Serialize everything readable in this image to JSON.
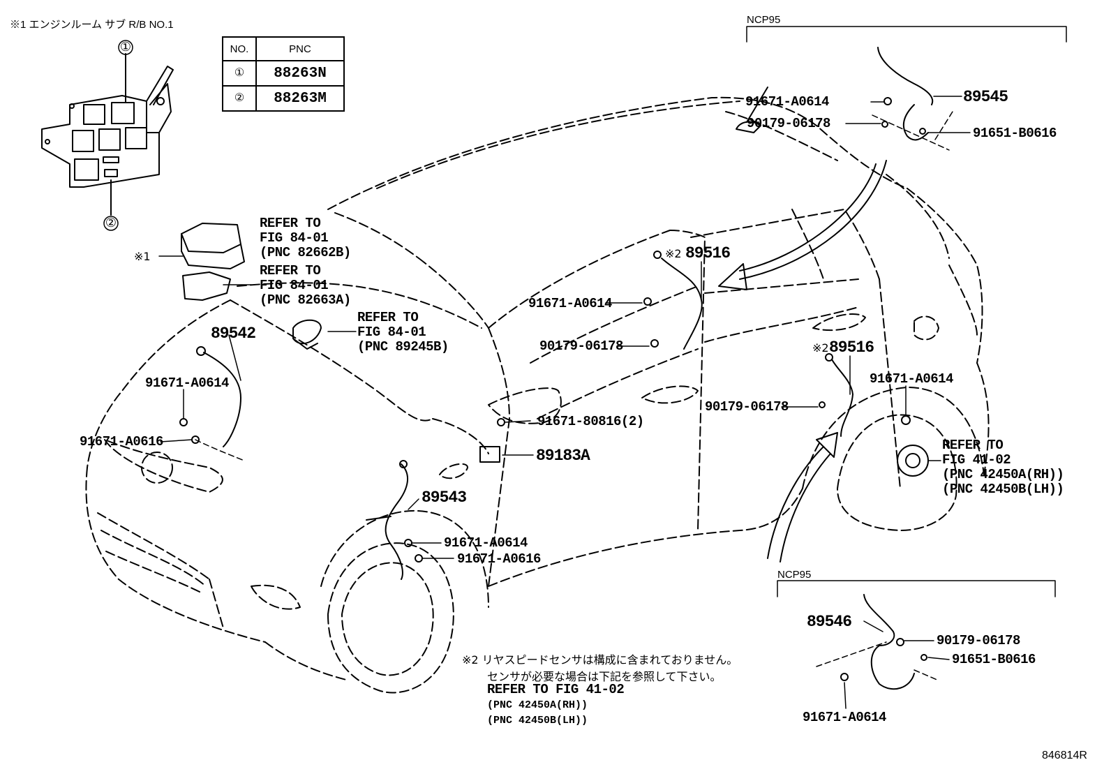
{
  "relay_block_note": "※1 エンジンルーム サブ R/B NO.1",
  "relay_block_markers": [
    "①",
    "②"
  ],
  "pnc_table": {
    "headers": [
      "NO.",
      "PNC"
    ],
    "rows": [
      {
        "no": "①",
        "pnc": "88263N"
      },
      {
        "no": "②",
        "pnc": "88263M"
      }
    ]
  },
  "variant_labels": {
    "top": "NCP95",
    "bottom": "NCP95"
  },
  "refer_blocks": {
    "r1": [
      "REFER TO",
      "FIG 84-01",
      "(PNC 82662B)"
    ],
    "r2": [
      "REFER TO",
      "FIG 84-01",
      "(PNC 82663A)"
    ],
    "r3": [
      "REFER TO",
      "FIG 84-01",
      "(PNC 89245B)"
    ],
    "r4": [
      "REFER TO",
      "FIG 41-02",
      "(PNC 42450A(RH))",
      "(PNC 42450B(LH))"
    ]
  },
  "mark1": "※1",
  "mark2": "※2",
  "part_numbers": {
    "p89545": "89545",
    "p89546": "89546",
    "p89516_a": "89516",
    "p89516_b": "89516",
    "p89542": "89542",
    "p89543": "89543",
    "p89183A": "89183A",
    "bolt_91671_A0614": "91671-A0614",
    "bolt_91671_A0616": "91671-A0616",
    "clip_90179_06178": "90179-06178",
    "bolt_91651_B0616": "91651-B0616",
    "bolt_91671_80816": "91671-80816(2)"
  },
  "footnote": {
    "line1": "※2 リヤスピードセンサは構成に含まれておりません。",
    "line2": "センサが必要な場合は下記を参照して下さい。",
    "line3": "REFER TO FIG 41-02",
    "line4": "(PNC 42450A(RH))",
    "line5": "(PNC 42450B(LH))"
  },
  "figure_id": "846814R"
}
